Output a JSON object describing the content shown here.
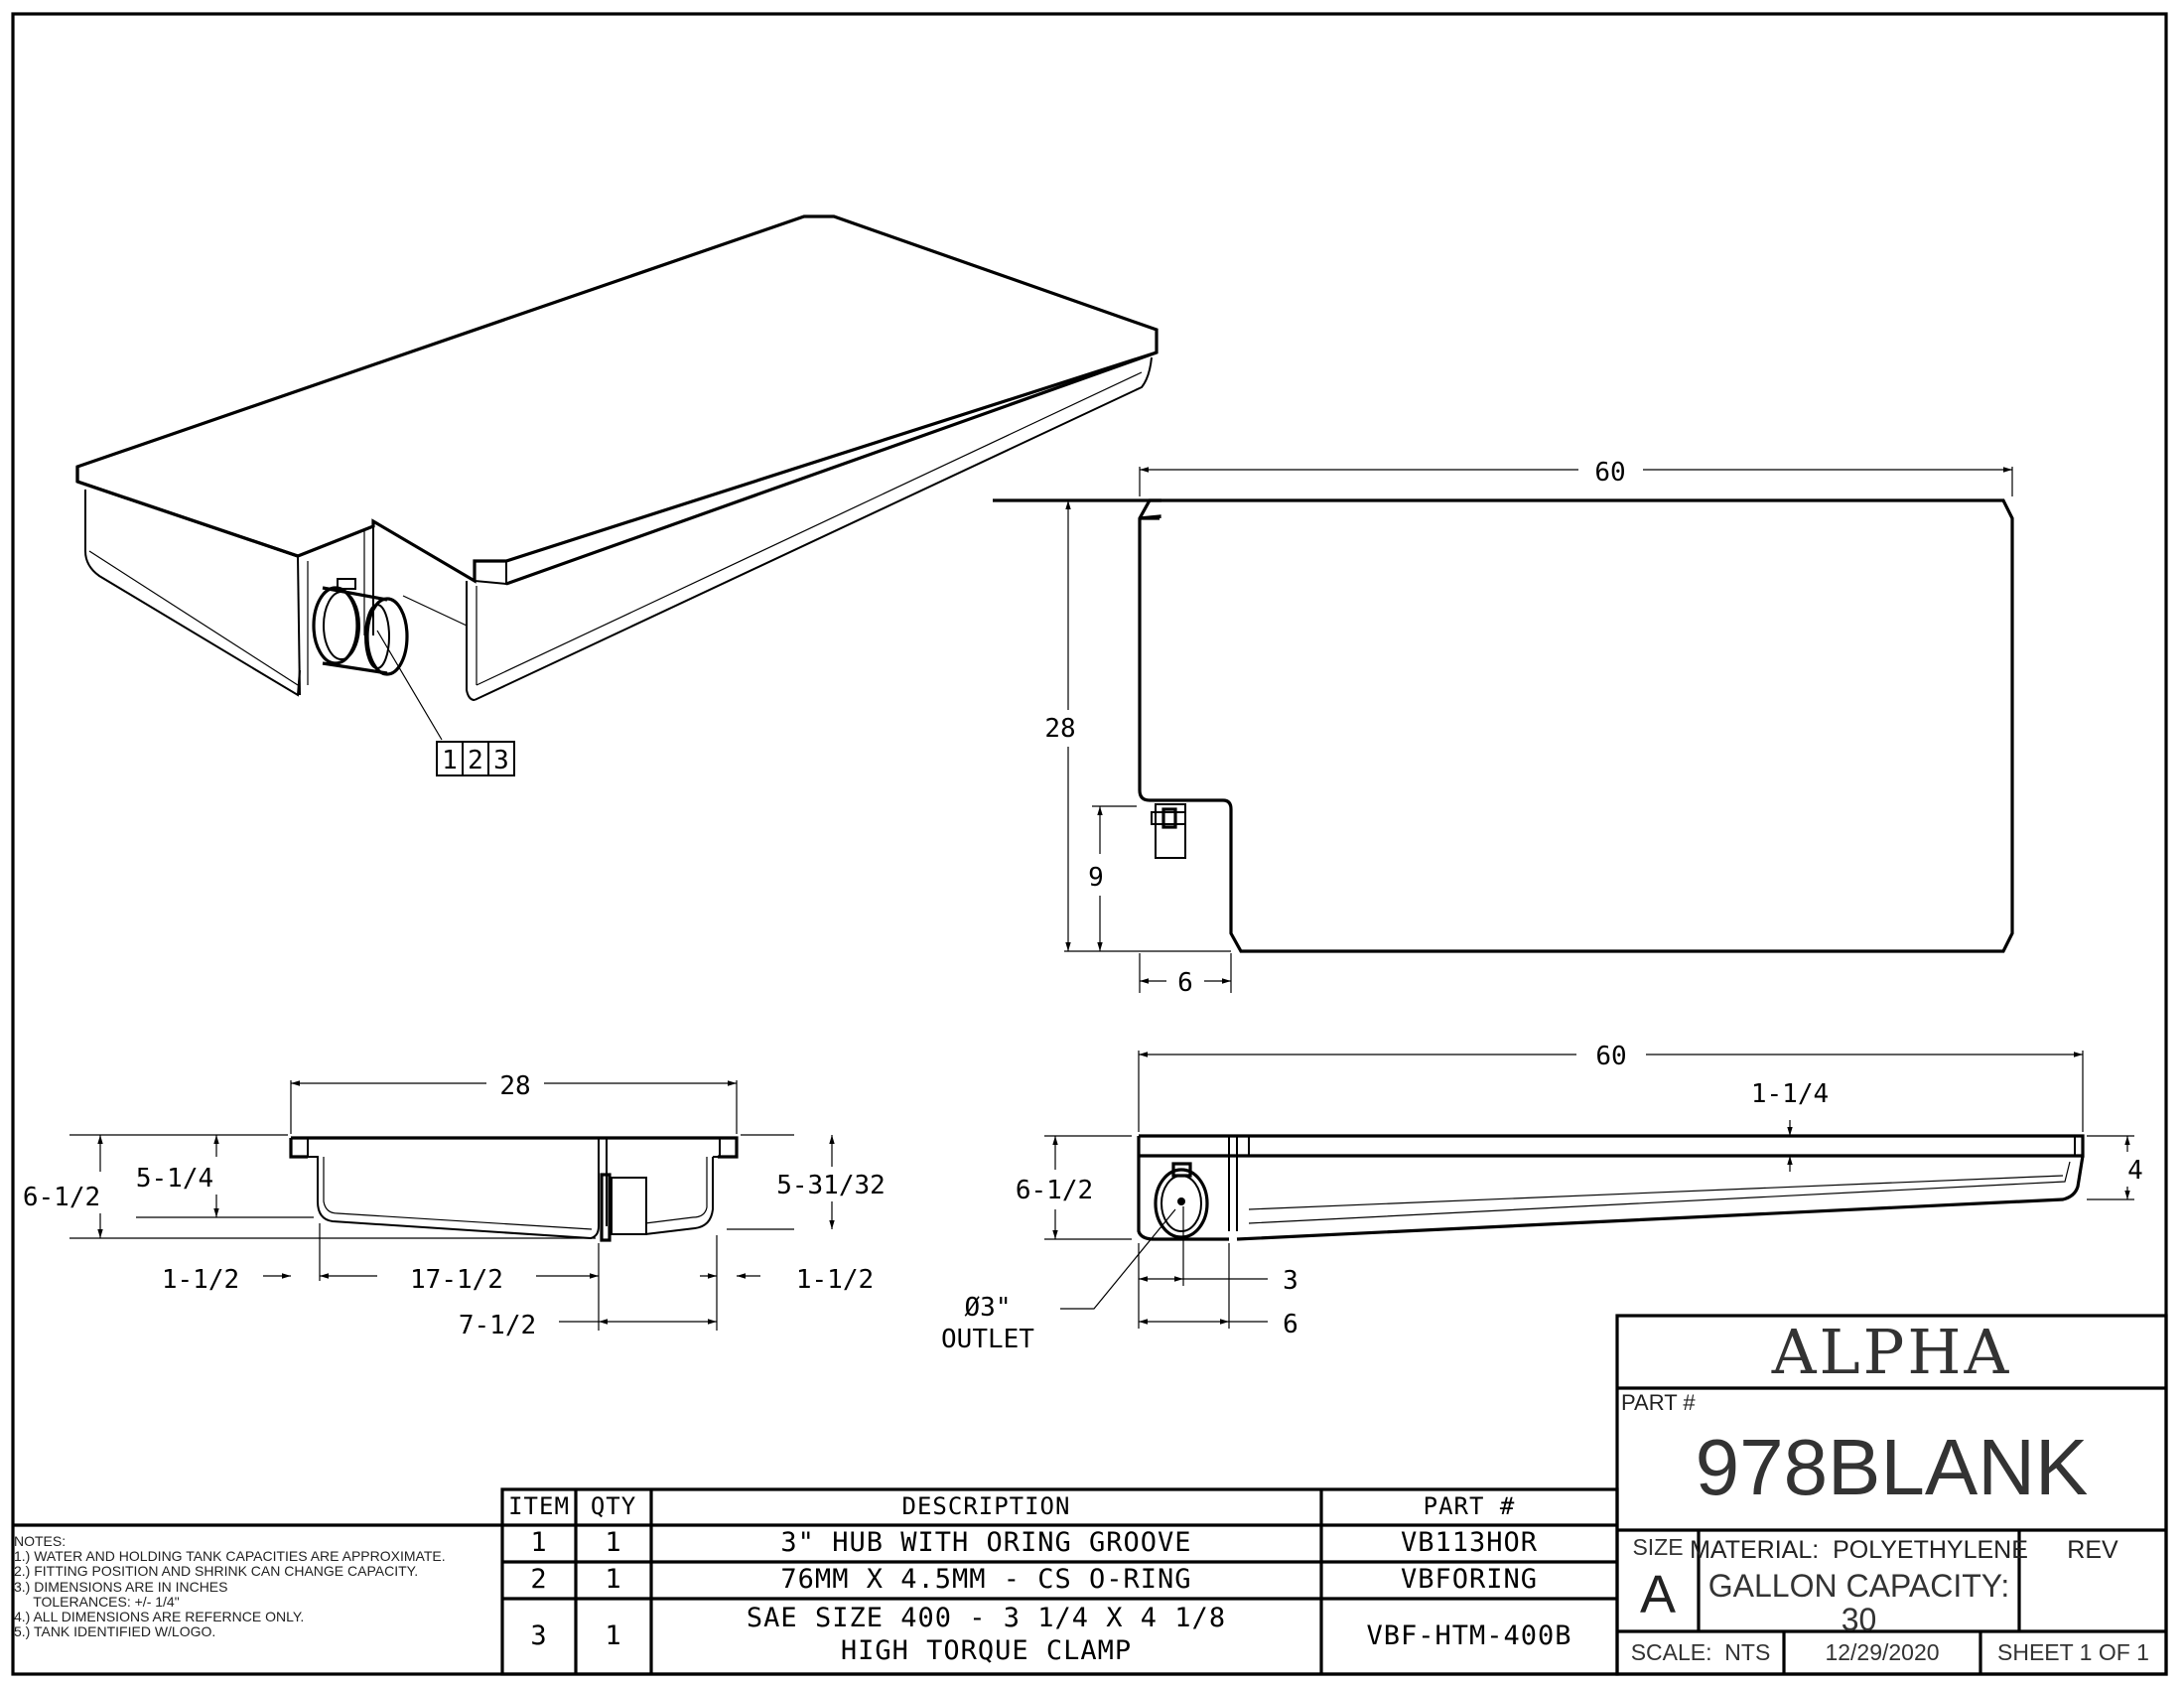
{
  "drawing": {
    "views": {
      "isometric": {
        "balloon_items": [
          "1",
          "2",
          "3"
        ]
      },
      "top_view": {
        "dimensions": {
          "length": "60",
          "width": "28",
          "notch_depth": "9",
          "notch_width": "6"
        }
      },
      "end_view": {
        "dimensions": {
          "width": "28",
          "overall_height": "6-1/2",
          "left_depth": "5-1/4",
          "right_depth": "5-31/32",
          "left_flange": "1-1/2",
          "left_span": "17-1/2",
          "right_flange": "1-1/2",
          "outlet_offset": "7-1/2"
        }
      },
      "side_view": {
        "dimensions": {
          "length": "60",
          "flange_height": "1-1/4",
          "overall_height": "6-1/2",
          "end_height": "4",
          "outlet_center": "3",
          "outlet_section": "6"
        },
        "outlet_label_line1": "Ø3\"",
        "outlet_label_line2": "OUTLET"
      }
    }
  },
  "notes": {
    "title": "NOTES:",
    "lines": [
      "1.) WATER AND HOLDING TANK CAPACITIES ARE APPROXIMATE.",
      "2.) FITTING POSITION AND SHRINK CAN CHANGE CAPACITY.",
      "3.) DIMENSIONS ARE IN INCHES",
      "     TOLERANCES: +/- 1/4\"",
      "4.) ALL DIMENSIONS ARE REFERNCE ONLY.",
      "5.) TANK IDENTIFIED W/LOGO."
    ]
  },
  "bom": {
    "headers": {
      "item": "ITEM",
      "qty": "QTY",
      "description": "DESCRIPTION",
      "part": "PART #"
    },
    "rows": [
      {
        "item": "1",
        "qty": "1",
        "description": "3\" HUB WITH ORING GROOVE",
        "part": "VB113HOR"
      },
      {
        "item": "2",
        "qty": "1",
        "description": "76MM X 4.5MM - CS O-RING",
        "part": "VBFORING"
      },
      {
        "item": "3",
        "qty": "1",
        "description_line1": "SAE SIZE 400 - 3 1/4 X 4 1/8",
        "description_line2": "HIGH TORQUE CLAMP",
        "part": "VBF-HTM-400B"
      }
    ]
  },
  "title_block": {
    "company": "ALPHA",
    "part_label": "PART #",
    "part_number": "978BLANK",
    "size_label": "SIZE",
    "size_value": "A",
    "material": "MATERIAL:  POLYETHYLENE",
    "capacity": "GALLON CAPACITY: 30",
    "rev_label": "REV",
    "scale": "SCALE:  NTS",
    "date": "12/29/2020",
    "sheet": "SHEET 1 OF 1"
  }
}
